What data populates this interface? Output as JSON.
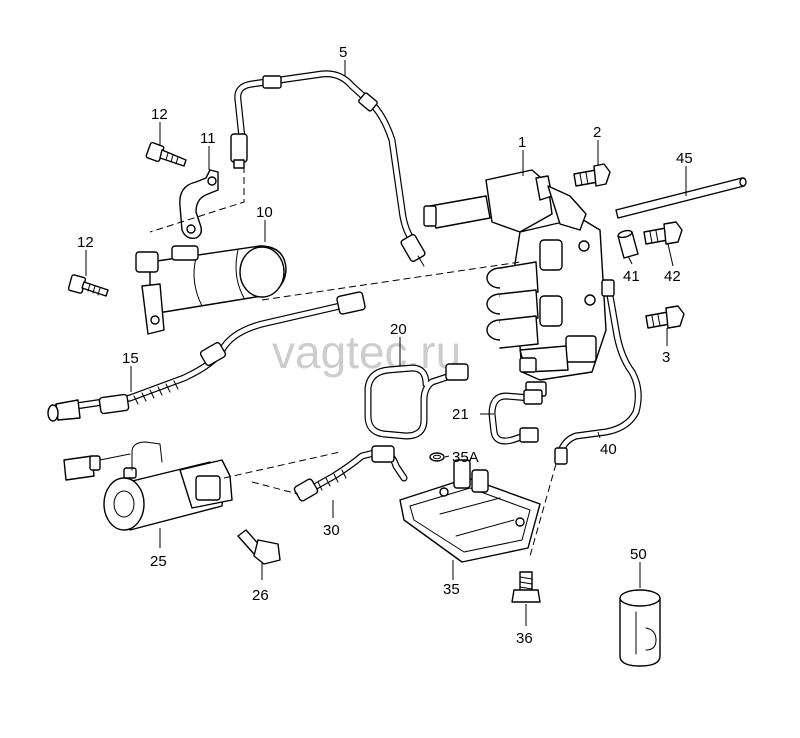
{
  "watermark": "vagtec.ru",
  "callouts": {
    "p1": "1",
    "p2": "2",
    "p3": "3",
    "p5": "5",
    "p10": "10",
    "p11": "11",
    "p12a": "12",
    "p12b": "12",
    "p15": "15",
    "p20": "20",
    "p21": "21",
    "p25": "25",
    "p26": "26",
    "p30": "30",
    "p35": "35",
    "p35a": "35A",
    "p36": "36",
    "p40": "40",
    "p41": "41",
    "p42": "42",
    "p45": "45",
    "p50": "50"
  }
}
